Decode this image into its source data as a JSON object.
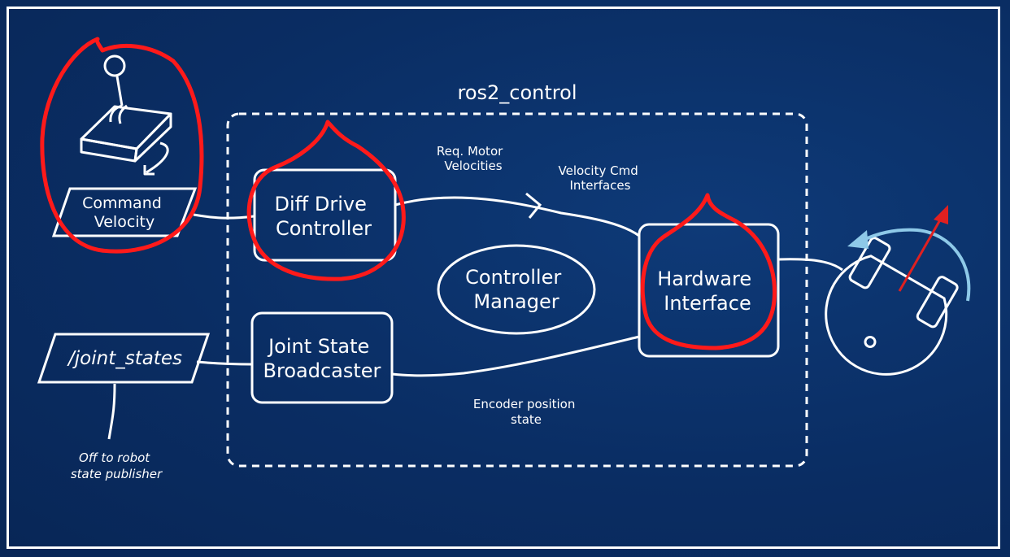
{
  "title": "ros2_control",
  "nodes": {
    "command_velocity": [
      "Command",
      "Velocity"
    ],
    "joint_states": "/joint_states",
    "diff_drive": [
      "Diff Drive",
      "Controller"
    ],
    "joint_state_broadcaster": [
      "Joint State",
      "Broadcaster"
    ],
    "controller_manager": [
      "Controller",
      "Manager"
    ],
    "hardware_interface": [
      "Hardware",
      "Interface"
    ]
  },
  "edges": {
    "req_motor": [
      "Req. Motor",
      "Velocities"
    ],
    "velocity_cmd": [
      "Velocity Cmd",
      "Interfaces"
    ],
    "encoder": [
      "Encoder position",
      "state"
    ]
  },
  "note": [
    "Off to robot",
    "state publisher"
  ],
  "colors": {
    "background": "#0a2d63",
    "line": "#ffffff",
    "annotation": "#ff1a1a",
    "rotation_arrow": "#8ec9e8",
    "heading_arrow": "#e02020"
  },
  "icons": [
    "joystick-icon",
    "robot-base-icon"
  ]
}
